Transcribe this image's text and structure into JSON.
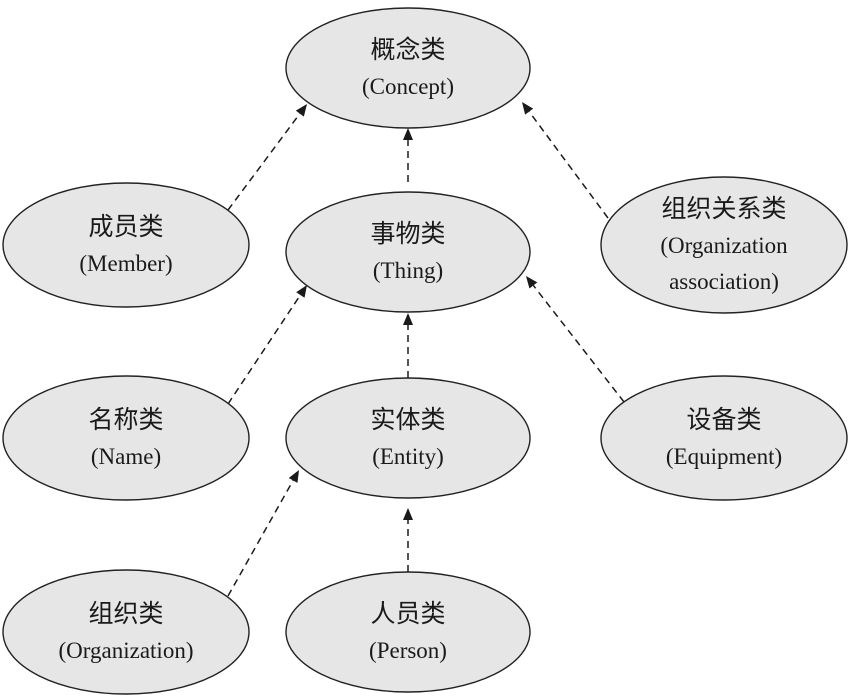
{
  "nodes": [
    {
      "id": "concept",
      "lines": [
        "概念类",
        "(Concept)"
      ]
    },
    {
      "id": "thing",
      "lines": [
        "事物类",
        "(Thing)"
      ]
    },
    {
      "id": "member",
      "lines": [
        "成员类",
        "(Member)"
      ]
    },
    {
      "id": "org-assoc",
      "lines": [
        "组织关系类",
        "(Organization",
        "association)"
      ]
    },
    {
      "id": "name",
      "lines": [
        "名称类",
        "(Name)"
      ]
    },
    {
      "id": "entity",
      "lines": [
        "实体类",
        "(Entity)"
      ]
    },
    {
      "id": "equipment",
      "lines": [
        "设备类",
        "(Equipment)"
      ]
    },
    {
      "id": "organization",
      "lines": [
        "组织类",
        "(Organization)"
      ]
    },
    {
      "id": "person",
      "lines": [
        "人员类",
        "(Person)"
      ]
    }
  ],
  "edges": [
    {
      "from": "member",
      "to": "concept"
    },
    {
      "from": "thing",
      "to": "concept"
    },
    {
      "from": "org-assoc",
      "to": "concept"
    },
    {
      "from": "name",
      "to": "thing"
    },
    {
      "from": "entity",
      "to": "thing"
    },
    {
      "from": "equipment",
      "to": "thing"
    },
    {
      "from": "organization",
      "to": "entity"
    },
    {
      "from": "person",
      "to": "entity"
    }
  ]
}
